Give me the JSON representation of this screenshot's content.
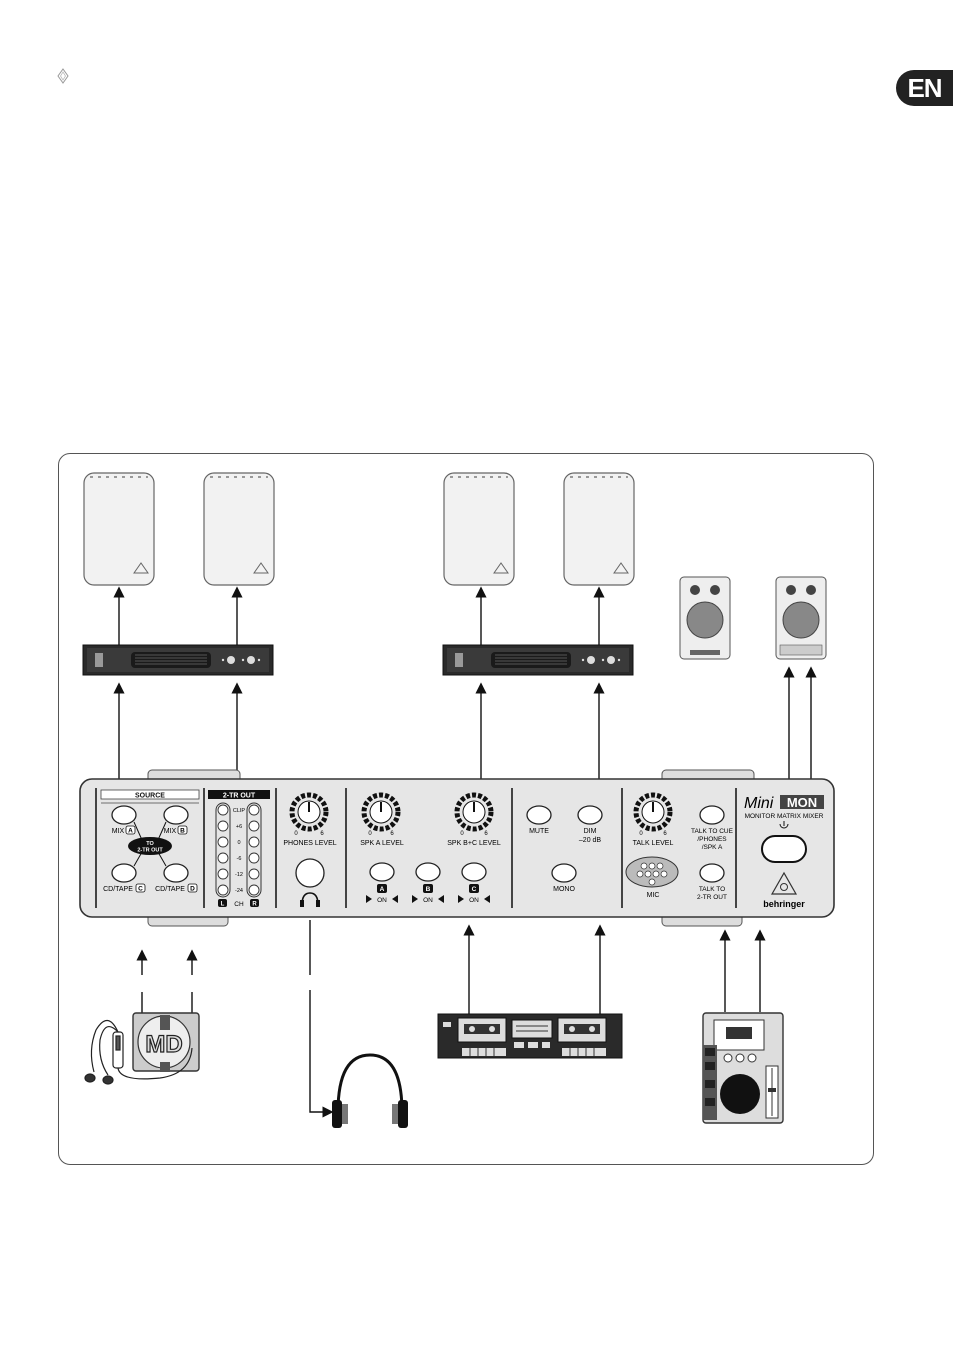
{
  "page": {
    "language_badge": "EN"
  },
  "mixer": {
    "source_title": "SOURCE",
    "mix_a": "MIX",
    "mix_b": "MIX",
    "cd_tape_c": "CD/TAPE",
    "cd_tape_d": "CD/TAPE",
    "letters": {
      "a": "A",
      "b": "B",
      "c": "C",
      "d": "D"
    },
    "to_2tr_out_1": "TO",
    "to_2tr_out_2": "2-TR OUT",
    "meter_title": "2-TR OUT",
    "meter_labels": [
      "CLIP",
      "+6",
      "0",
      "-6",
      "-12",
      "-24"
    ],
    "meter_ch": "CH",
    "meter_l": "L",
    "meter_r": "R",
    "knob_min": "0",
    "knob_max": "6",
    "phones_level": "PHONES LEVEL",
    "spk_a_level": "SPK A LEVEL",
    "spk_bc_level": "SPK B+C LEVEL",
    "on_label": "ON",
    "mute": "MUTE",
    "dim_1": "DIM",
    "dim_2": "–20 dB",
    "mono": "MONO",
    "talk_level": "TALK LEVEL",
    "mic": "MIC",
    "talk_to_cue_1": "TALK TO CUE",
    "talk_to_cue_2": "/PHONES",
    "talk_to_cue_3": "/SPK A",
    "talk_to_2tr_1": "TALK TO",
    "talk_to_2tr_2": "2-TR OUT",
    "brand_mini": "Mini",
    "brand_mon": "MON",
    "brand_subtitle": "MONITOR MATRIX MIXER",
    "brand_name": "behringer"
  },
  "devices": {
    "md_label": "MD"
  }
}
